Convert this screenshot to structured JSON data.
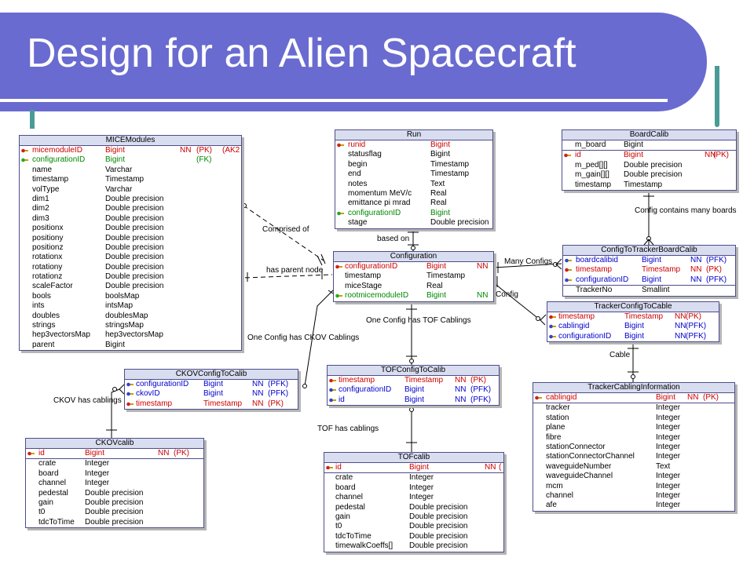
{
  "slide": {
    "title": "Design for an Alien Spacecraft"
  },
  "entities": {
    "micemodules": {
      "name": "MICEModules",
      "rows": [
        {
          "n": "micemoduleID",
          "t": "Bigint",
          "c": "NN",
          "k": "(PK)",
          "x": "(AK2",
          "cls": "pk",
          "icon": "pk"
        },
        {
          "n": "configurationID",
          "t": "Bigint",
          "c": "",
          "k": "(FK)",
          "x": "",
          "cls": "fk",
          "icon": "fk"
        },
        {
          "n": "name",
          "t": "Varchar",
          "c": "",
          "k": "",
          "x": "",
          "cls": "plain"
        },
        {
          "n": "timestamp",
          "t": "Timestamp",
          "c": "",
          "k": "",
          "x": "",
          "cls": "plain"
        },
        {
          "n": "volType",
          "t": "Varchar",
          "c": "",
          "k": "",
          "x": "",
          "cls": "plain"
        },
        {
          "n": "dim1",
          "t": "Double precision",
          "c": "",
          "k": "",
          "x": "",
          "cls": "plain"
        },
        {
          "n": "dim2",
          "t": "Double precision",
          "c": "",
          "k": "",
          "x": "",
          "cls": "plain"
        },
        {
          "n": "dim3",
          "t": "Double precision",
          "c": "",
          "k": "",
          "x": "",
          "cls": "plain"
        },
        {
          "n": "positionx",
          "t": "Double precision",
          "c": "",
          "k": "",
          "x": "",
          "cls": "plain"
        },
        {
          "n": "positiony",
          "t": "Double precision",
          "c": "",
          "k": "",
          "x": "",
          "cls": "plain"
        },
        {
          "n": "positionz",
          "t": "Double precision",
          "c": "",
          "k": "",
          "x": "",
          "cls": "plain"
        },
        {
          "n": "rotationx",
          "t": "Double precision",
          "c": "",
          "k": "",
          "x": "",
          "cls": "plain"
        },
        {
          "n": "rotationy",
          "t": "Double precision",
          "c": "",
          "k": "",
          "x": "",
          "cls": "plain"
        },
        {
          "n": "rotationz",
          "t": "Double precision",
          "c": "",
          "k": "",
          "x": "",
          "cls": "plain"
        },
        {
          "n": "scaleFactor",
          "t": "Double precision",
          "c": "",
          "k": "",
          "x": "",
          "cls": "plain"
        },
        {
          "n": "bools",
          "t": "boolsMap",
          "c": "",
          "k": "",
          "x": "",
          "cls": "plain"
        },
        {
          "n": "ints",
          "t": "intsMap",
          "c": "",
          "k": "",
          "x": "",
          "cls": "plain"
        },
        {
          "n": "doubles",
          "t": "doublesMap",
          "c": "",
          "k": "",
          "x": "",
          "cls": "plain"
        },
        {
          "n": "strings",
          "t": "stringsMap",
          "c": "",
          "k": "",
          "x": "",
          "cls": "plain"
        },
        {
          "n": "hep3vectorsMap",
          "t": "hep3vectorsMap",
          "c": "",
          "k": "",
          "x": "",
          "cls": "plain"
        },
        {
          "n": "parent",
          "t": "Bigint",
          "c": "",
          "k": "",
          "x": "",
          "cls": "plain"
        }
      ]
    },
    "run": {
      "name": "Run",
      "rows": [
        {
          "n": "runid",
          "t": "Bigint",
          "c": "",
          "k": "",
          "x": "",
          "cls": "pk",
          "icon": "pk"
        },
        {
          "n": "statusflag",
          "t": "Bigint",
          "c": "",
          "k": "",
          "x": "",
          "cls": "plain"
        },
        {
          "n": "begin",
          "t": "Timestamp",
          "c": "",
          "k": "",
          "x": "",
          "cls": "plain"
        },
        {
          "n": "end",
          "t": "Timestamp",
          "c": "",
          "k": "",
          "x": "",
          "cls": "plain"
        },
        {
          "n": "notes",
          "t": "Text",
          "c": "",
          "k": "",
          "x": "",
          "cls": "plain"
        },
        {
          "n": "momentum MeV/c",
          "t": "Real",
          "c": "",
          "k": "",
          "x": "",
          "cls": "plain"
        },
        {
          "n": "emittance pi mrad",
          "t": "Real",
          "c": "",
          "k": "",
          "x": "",
          "cls": "plain"
        },
        {
          "n": "configurationID",
          "t": "Bigint",
          "c": "",
          "k": "",
          "x": "",
          "cls": "fk",
          "icon": "fk"
        },
        {
          "n": "stage",
          "t": "Double precision",
          "c": "",
          "k": "",
          "x": "",
          "cls": "plain"
        }
      ]
    },
    "boardcalib": {
      "name": "BoardCalib",
      "rows": [
        {
          "n": "m_board",
          "t": "Bigint",
          "c": "",
          "k": "",
          "x": "",
          "cls": "plain"
        },
        {
          "n": "id",
          "t": "Bigint",
          "c": "NN",
          "k": "(PK)",
          "x": "",
          "cls": "pk",
          "icon": "pk"
        },
        {
          "n": "m_ped[][]",
          "t": "Double precision",
          "c": "",
          "k": "",
          "x": "",
          "cls": "plain"
        },
        {
          "n": "m_gain[][]",
          "t": "Double precision",
          "c": "",
          "k": "",
          "x": "",
          "cls": "plain"
        },
        {
          "n": "timestamp",
          "t": "Timestamp",
          "c": "",
          "k": "",
          "x": "",
          "cls": "plain"
        }
      ]
    },
    "configuration": {
      "name": "Configuration",
      "rows": [
        {
          "n": "configurationID",
          "t": "Bigint",
          "c": "NN",
          "k": "",
          "x": "",
          "cls": "pk",
          "icon": "pk"
        },
        {
          "n": "timestamp",
          "t": "Timestamp",
          "c": "",
          "k": "",
          "x": "",
          "cls": "plain"
        },
        {
          "n": "miceStage",
          "t": "Real",
          "c": "",
          "k": "",
          "x": "",
          "cls": "plain"
        },
        {
          "n": "rootmicemoduleID",
          "t": "Bigint",
          "c": "NN",
          "k": "",
          "x": "",
          "cls": "fk",
          "icon": "fk"
        }
      ]
    },
    "configtotrackerboardcalib": {
      "name": "ConfigToTrackerBoardCalib",
      "rows": [
        {
          "n": "boardcalibid",
          "t": "Bigint",
          "c": "NN",
          "k": "(PFK)",
          "x": "",
          "cls": "pfk",
          "icon": "pfk"
        },
        {
          "n": "timestamp",
          "t": "Timestamp",
          "c": "NN",
          "k": "(PK)",
          "x": "",
          "cls": "pk",
          "icon": "pk"
        },
        {
          "n": "configurationID",
          "t": "Bigint",
          "c": "NN",
          "k": "(PFK)",
          "x": "",
          "cls": "pfk",
          "icon": "pfk"
        },
        {
          "n": "TrackerNo",
          "t": "Smallint",
          "c": "",
          "k": "",
          "x": "",
          "cls": "plain"
        }
      ]
    },
    "trackerconfigtocable": {
      "name": "TrackerConfigToCable",
      "rows": [
        {
          "n": "timestamp",
          "t": "Timestamp",
          "c": "NN",
          "k": "(PK)",
          "x": "",
          "cls": "pk",
          "icon": "pk"
        },
        {
          "n": "cablingid",
          "t": "Bigint",
          "c": "NN",
          "k": "(PFK)",
          "x": "",
          "cls": "pfk",
          "icon": "pfk"
        },
        {
          "n": "configurationID",
          "t": "Bigint",
          "c": "NN",
          "k": "(PFK)",
          "x": "",
          "cls": "pfk",
          "icon": "pfk"
        }
      ]
    },
    "ckovconfigtocalib": {
      "name": "CKOVConfigToCalib",
      "rows": [
        {
          "n": "configurationID",
          "t": "Bigint",
          "c": "NN",
          "k": "(PFK)",
          "x": "",
          "cls": "pfk",
          "icon": "pfk"
        },
        {
          "n": "ckovID",
          "t": "Bigint",
          "c": "NN",
          "k": "(PFK)",
          "x": "",
          "cls": "pfk",
          "icon": "pfk"
        },
        {
          "n": "timestamp",
          "t": "Timestamp",
          "c": "NN",
          "k": "(PK)",
          "x": "",
          "cls": "pk",
          "icon": "pk"
        }
      ]
    },
    "tofconfigtocalib": {
      "name": "TOFConfigToCalib",
      "rows": [
        {
          "n": "timestamp",
          "t": "Timestamp",
          "c": "NN",
          "k": "(PK)",
          "x": "",
          "cls": "pk",
          "icon": "pk"
        },
        {
          "n": "configurationID",
          "t": "Bigint",
          "c": "NN",
          "k": "(PFK)",
          "x": "",
          "cls": "pfk",
          "icon": "pfk"
        },
        {
          "n": "id",
          "t": "Bigint",
          "c": "NN",
          "k": "(PFK)",
          "x": "",
          "cls": "pfk",
          "icon": "pfk"
        }
      ]
    },
    "trackercablinginformation": {
      "name": "TrackerCablingInformation",
      "rows": [
        {
          "n": "cablingid",
          "t": "Bigint",
          "c": "NN",
          "k": "(PK)",
          "x": "",
          "cls": "pk",
          "icon": "pk"
        },
        {
          "n": "tracker",
          "t": "Integer",
          "c": "",
          "k": "",
          "x": "",
          "cls": "plain"
        },
        {
          "n": "station",
          "t": "Integer",
          "c": "",
          "k": "",
          "x": "",
          "cls": "plain"
        },
        {
          "n": "plane",
          "t": "Integer",
          "c": "",
          "k": "",
          "x": "",
          "cls": "plain"
        },
        {
          "n": "fibre",
          "t": "Integer",
          "c": "",
          "k": "",
          "x": "",
          "cls": "plain"
        },
        {
          "n": "stationConnector",
          "t": "Integer",
          "c": "",
          "k": "",
          "x": "",
          "cls": "plain"
        },
        {
          "n": "stationConnectorChannel",
          "t": "Integer",
          "c": "",
          "k": "",
          "x": "",
          "cls": "plain"
        },
        {
          "n": "waveguideNumber",
          "t": "Text",
          "c": "",
          "k": "",
          "x": "",
          "cls": "plain"
        },
        {
          "n": "waveguideChannel",
          "t": "Integer",
          "c": "",
          "k": "",
          "x": "",
          "cls": "plain"
        },
        {
          "n": "mcm",
          "t": "Integer",
          "c": "",
          "k": "",
          "x": "",
          "cls": "plain"
        },
        {
          "n": "channel",
          "t": "Integer",
          "c": "",
          "k": "",
          "x": "",
          "cls": "plain"
        },
        {
          "n": "afe",
          "t": "Integer",
          "c": "",
          "k": "",
          "x": "",
          "cls": "plain"
        }
      ]
    },
    "ckovcalib": {
      "name": "CKOVcalib",
      "rows": [
        {
          "n": "id",
          "t": "Bigint",
          "c": "NN",
          "k": "(PK)",
          "x": "",
          "cls": "pk",
          "icon": "pk"
        },
        {
          "n": "crate",
          "t": "Integer",
          "c": "",
          "k": "",
          "x": "",
          "cls": "plain"
        },
        {
          "n": "board",
          "t": "Integer",
          "c": "",
          "k": "",
          "x": "",
          "cls": "plain"
        },
        {
          "n": "channel",
          "t": "Integer",
          "c": "",
          "k": "",
          "x": "",
          "cls": "plain"
        },
        {
          "n": "pedestal",
          "t": "Double precision",
          "c": "",
          "k": "",
          "x": "",
          "cls": "plain"
        },
        {
          "n": "gain",
          "t": "Double precision",
          "c": "",
          "k": "",
          "x": "",
          "cls": "plain"
        },
        {
          "n": "t0",
          "t": "Double precision",
          "c": "",
          "k": "",
          "x": "",
          "cls": "plain"
        },
        {
          "n": "tdcToTime",
          "t": "Double precision",
          "c": "",
          "k": "",
          "x": "",
          "cls": "plain"
        }
      ]
    },
    "tofcalib": {
      "name": "TOFcalib",
      "rows": [
        {
          "n": "id",
          "t": "Bigint",
          "c": "NN",
          "k": "(",
          "x": "",
          "cls": "pk",
          "icon": "pk"
        },
        {
          "n": "crate",
          "t": "Integer",
          "c": "",
          "k": "",
          "x": "",
          "cls": "plain"
        },
        {
          "n": "board",
          "t": "Integer",
          "c": "",
          "k": "",
          "x": "",
          "cls": "plain"
        },
        {
          "n": "channel",
          "t": "Integer",
          "c": "",
          "k": "",
          "x": "",
          "cls": "plain"
        },
        {
          "n": "pedestal",
          "t": "Double precision",
          "c": "",
          "k": "",
          "x": "",
          "cls": "plain"
        },
        {
          "n": "gain",
          "t": "Double precision",
          "c": "",
          "k": "",
          "x": "",
          "cls": "plain"
        },
        {
          "n": "t0",
          "t": "Double precision",
          "c": "",
          "k": "",
          "x": "",
          "cls": "plain"
        },
        {
          "n": "tdcToTime",
          "t": "Double precision",
          "c": "",
          "k": "",
          "x": "",
          "cls": "plain"
        },
        {
          "n": "timewalkCoeffs[]",
          "t": "Double precision",
          "c": "",
          "k": "",
          "x": "",
          "cls": "plain"
        }
      ]
    }
  },
  "relationships": {
    "comprised_of": "Comprised of",
    "has_parent_node": "has parent node",
    "based_on": "based on",
    "config_contains_many_boards": "Config contains many boards",
    "many_configs": "Many Configs",
    "config": "Config",
    "one_config_has_tof_cablings": "One Config has TOF Cablings",
    "one_config_has_ckov_cablings": "One Config has CKOV Cablings",
    "cable": "Cable",
    "ckov_has_cablings": "CKOV has cablings",
    "tof_has_cablings": "TOF has cablings"
  },
  "colors": {
    "banner": "#6a6bd0",
    "accent_teal": "#4a9b97",
    "entity_header": "#d9ddf0",
    "primary_key": "#cc0000",
    "foreign_key": "#008800",
    "primary_foreign_key": "#0000cc"
  }
}
